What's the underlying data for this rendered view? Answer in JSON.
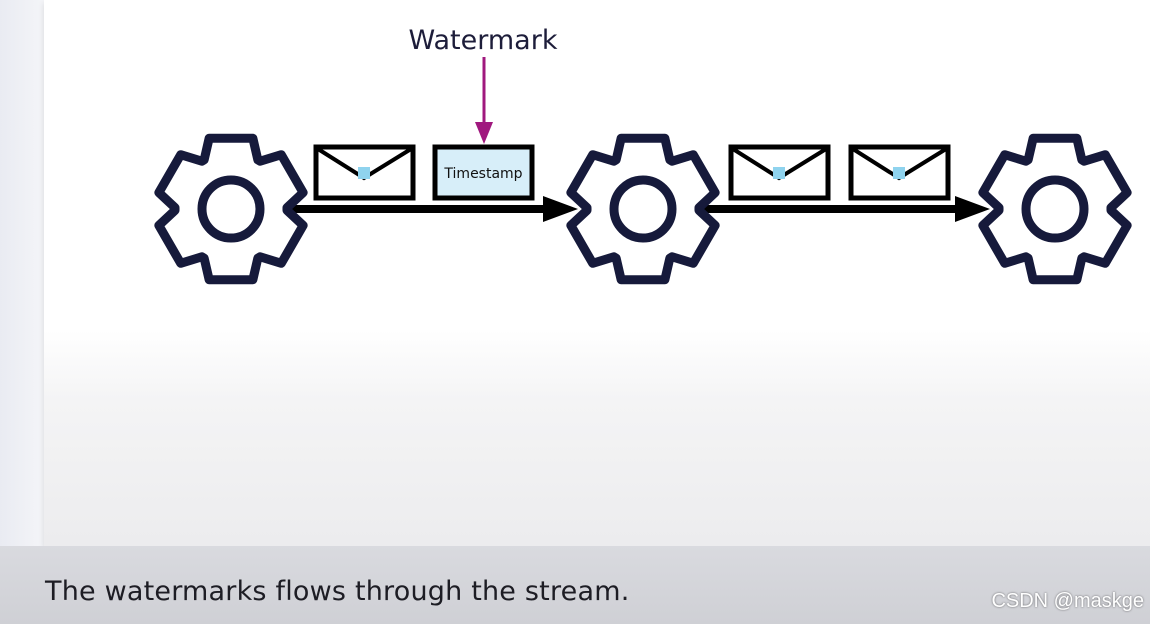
{
  "diagram": {
    "watermark_label": "Watermark",
    "timestamp_label": "Timestamp",
    "operators": [
      "gear-icon",
      "gear-icon",
      "gear-icon"
    ],
    "messages_between_first_and_second": [
      "envelope-icon",
      "timestamp-box"
    ],
    "messages_between_second_and_third": [
      "envelope-icon",
      "envelope-icon"
    ]
  },
  "caption": "The watermarks flows through the stream.",
  "credit": "CSDN @maskge",
  "colors": {
    "gear_stroke": "#161a3b",
    "arrow": "#000000",
    "watermark_arrow": "#a0187e",
    "timestamp_fill": "#d7eef9",
    "envelope_seal": "#8fd3ee",
    "text": "#1d1d24"
  }
}
